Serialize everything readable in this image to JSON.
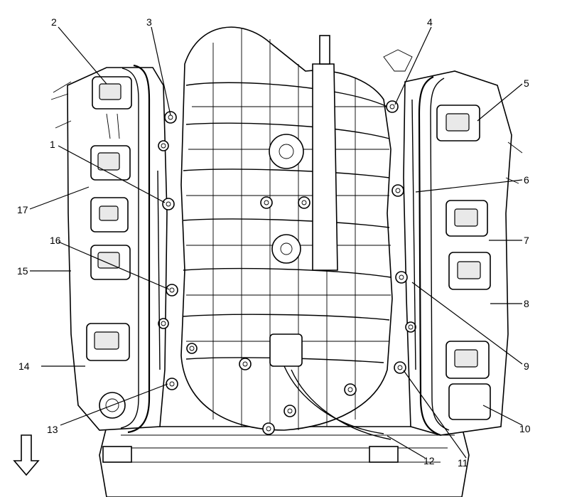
{
  "callouts": [
    {
      "id": "1",
      "text": "1"
    },
    {
      "id": "2",
      "text": "2"
    },
    {
      "id": "3",
      "text": "3"
    },
    {
      "id": "4",
      "text": "4"
    },
    {
      "id": "5",
      "text": "5"
    },
    {
      "id": "6",
      "text": "6"
    },
    {
      "id": "7",
      "text": "7"
    },
    {
      "id": "8",
      "text": "8"
    },
    {
      "id": "9",
      "text": "9"
    },
    {
      "id": "10",
      "text": "10"
    },
    {
      "id": "11",
      "text": "11"
    },
    {
      "id": "12",
      "text": "12"
    },
    {
      "id": "13",
      "text": "13"
    },
    {
      "id": "14",
      "text": "14"
    },
    {
      "id": "15",
      "text": "15"
    },
    {
      "id": "16",
      "text": "16"
    },
    {
      "id": "17",
      "text": "17"
    }
  ],
  "icons": {
    "front_arrow": "down-arrow-icon"
  }
}
